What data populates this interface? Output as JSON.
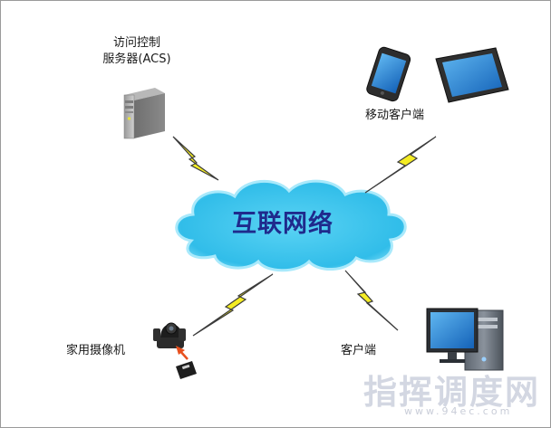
{
  "nodes": {
    "acs_server": {
      "line1": "访问控制",
      "line2": "服务器(ACS)"
    },
    "mobile_client": {
      "label": "移动客户端"
    },
    "home_camera": {
      "label": "家用摄像机"
    },
    "client": {
      "label": "客户端"
    }
  },
  "cloud": {
    "label": "互联网络"
  },
  "watermark": {
    "text": "指挥调度网",
    "url": "www.94ec.com"
  },
  "colors": {
    "cloud_fill": "#35c3ec",
    "cloud_edge": "#9ee6fb",
    "cloud_text": "#1f2a8c",
    "lightning": "#f4ec24",
    "screen_blue": "#1e88d8"
  }
}
